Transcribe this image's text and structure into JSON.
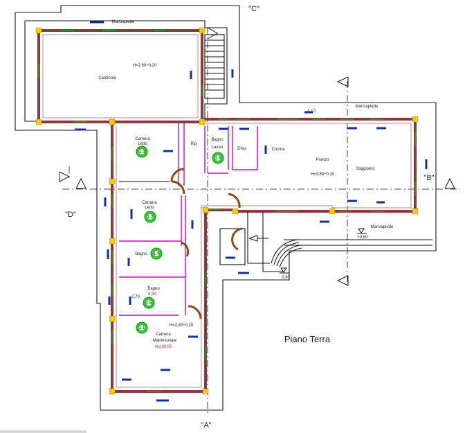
{
  "labels": {
    "sections": {
      "a": "\"A\"",
      "b": "\"B\"",
      "c": "\"C\"",
      "d": "\"D\""
    },
    "marciapiede_top_left": "Marciapiede",
    "marciapiede_right_top": "Marciapiede",
    "marciapiede_right_bottom": "Marciapiede",
    "cantinola": "Cantinola",
    "h_cantinola": "H=2,60÷0,20",
    "camera_letto_1": "Camera\nLetto",
    "camera_letto_2": "Camera\nLetto",
    "rip": "Rip",
    "bagno_lavan": "Bagno\nLavan",
    "disp": "Disp.",
    "cucina": "Cucina",
    "pranzo": "Pranzo",
    "soggiorno": "Soggiorno",
    "h_pranzo": "H=3,50÷0,20",
    "bagno_1": "Bagno",
    "bagno_2": "Bagno",
    "bagno_2_area": "8,90",
    "camera_matrimoniale": "Camera\nMatrimoniale",
    "camera_matrimoniale_area": "mq 20,00",
    "h_camera": "H=2,80÷0,20",
    "dim_410": "4,10",
    "dim_270": "2,70",
    "level_top": "+0,60",
    "level_bottom": "0,90",
    "piano": "Piano Terra"
  },
  "smoke_ids": [
    "1.1",
    "1.2",
    "1.3",
    "1.4",
    "1.5",
    "1.6"
  ],
  "colors": {
    "wall": "#8a3a3a",
    "interior_partition": "#d000d0",
    "window": "#1aa81a",
    "column": "#f2c81a",
    "door": "#8a4a10",
    "smoke_detector": "#2bcc2b"
  }
}
